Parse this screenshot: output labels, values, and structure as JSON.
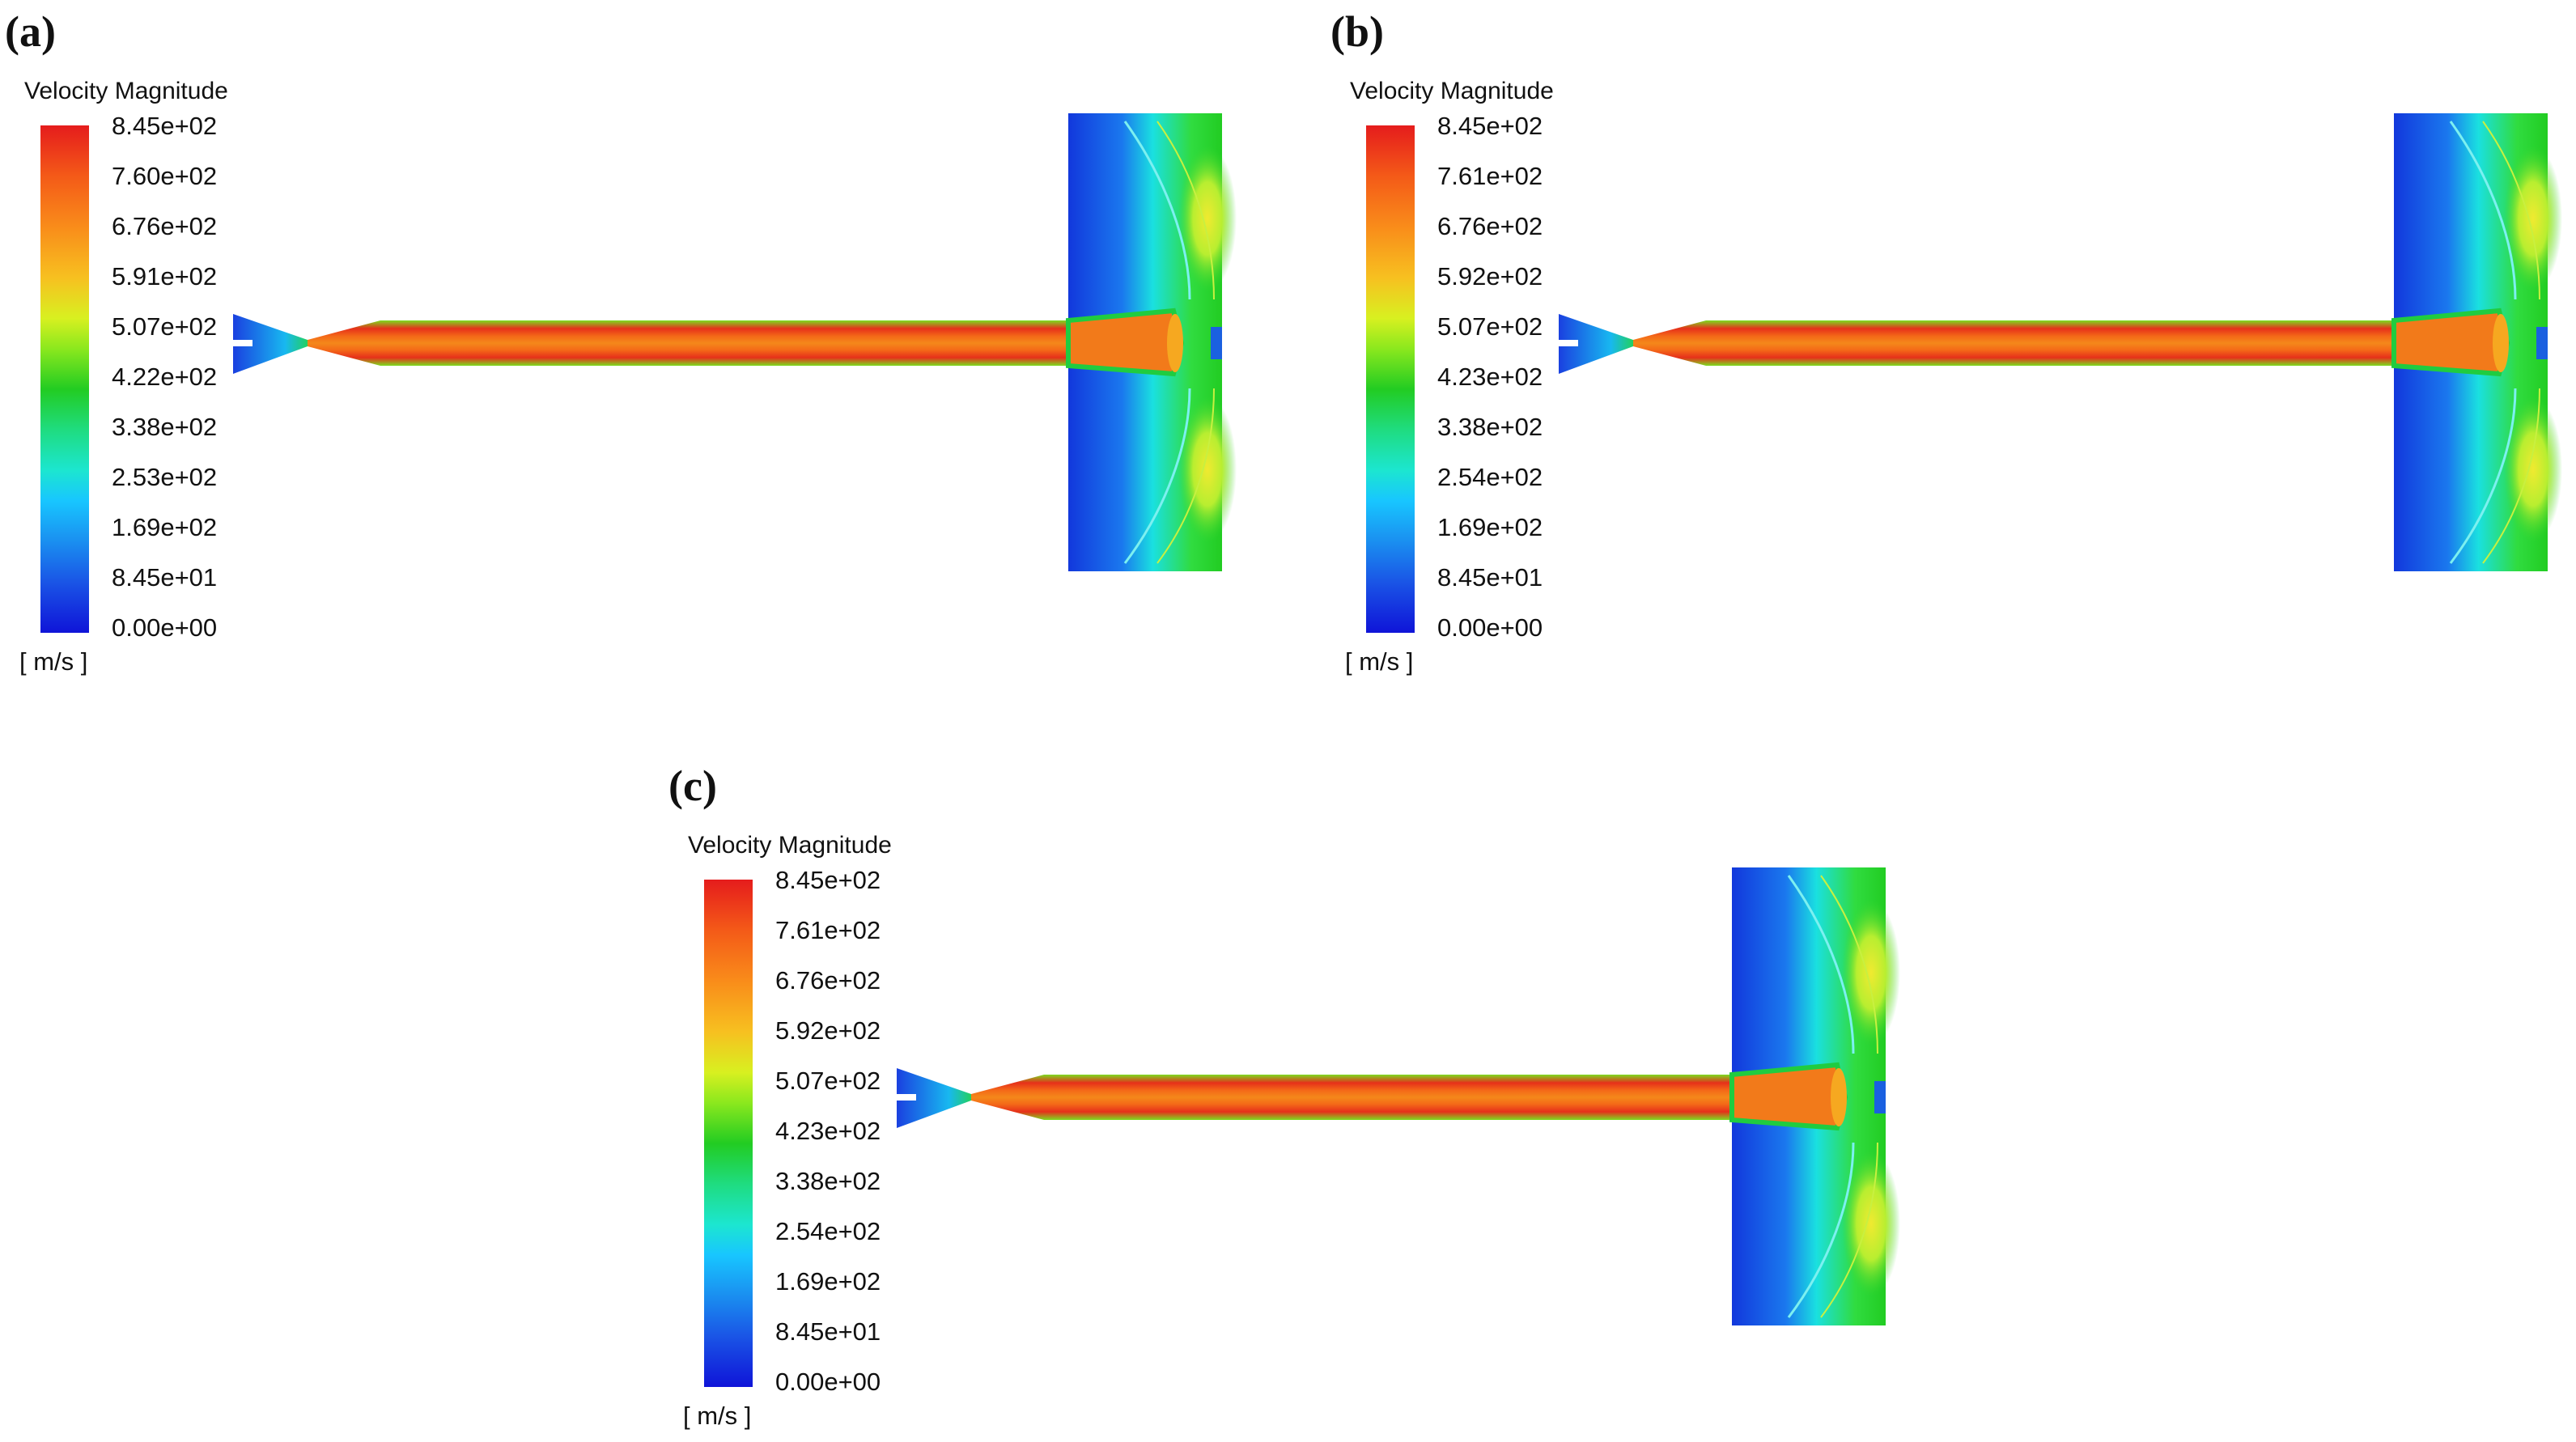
{
  "panels": [
    {
      "label": "(a)",
      "legend_title": "Velocity Magnitude",
      "ticks": [
        "8.45e+02",
        "7.60e+02",
        "6.76e+02",
        "5.91e+02",
        "5.07e+02",
        "4.22e+02",
        "3.38e+02",
        "2.53e+02",
        "1.69e+02",
        "8.45e+01",
        "0.00e+00"
      ],
      "units": "[ m/s ]"
    },
    {
      "label": "(b)",
      "legend_title": "Velocity Magnitude",
      "ticks": [
        "8.45e+02",
        "7.61e+02",
        "6.76e+02",
        "5.92e+02",
        "5.07e+02",
        "4.23e+02",
        "3.38e+02",
        "2.54e+02",
        "1.69e+02",
        "8.45e+01",
        "0.00e+00"
      ],
      "units": "[ m/s ]"
    },
    {
      "label": "(c)",
      "legend_title": "Velocity Magnitude",
      "ticks": [
        "8.45e+02",
        "7.61e+02",
        "6.76e+02",
        "5.92e+02",
        "5.07e+02",
        "4.23e+02",
        "3.38e+02",
        "2.54e+02",
        "1.69e+02",
        "8.45e+01",
        "0.00e+00"
      ],
      "units": "[ m/s ]"
    }
  ],
  "colors": {
    "red": "#e51c1c",
    "orange": "#f98c1a",
    "yellow": "#f7e020",
    "green": "#22cc22",
    "cyan": "#1ce6e6",
    "blue": "#1a55e6",
    "deep_blue": "#0f14d8"
  }
}
